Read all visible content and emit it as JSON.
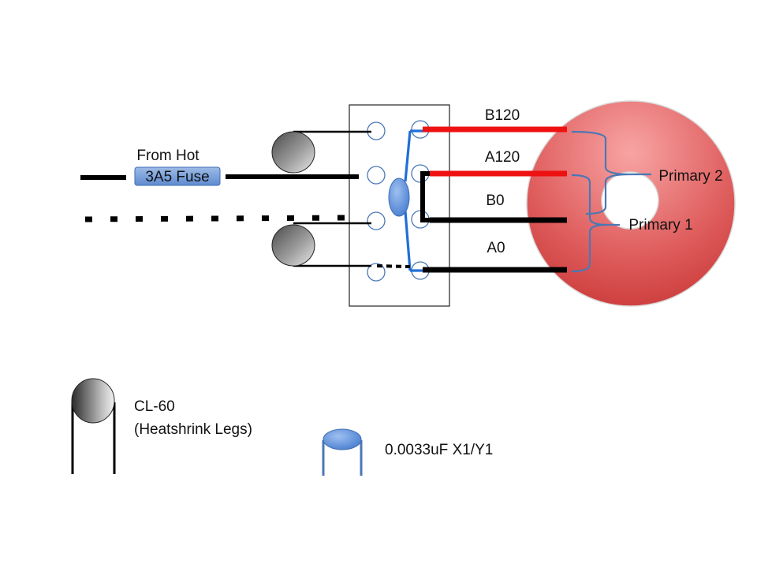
{
  "labels": {
    "from_hot": "From Hot",
    "fuse": "3A5 Fuse",
    "b120": "B120",
    "a120": "A120",
    "b0": "B0",
    "a0": "A0",
    "primary2": "Primary 2",
    "primary1": "Primary 1"
  },
  "legend": {
    "thermistor_line1": "CL-60",
    "thermistor_line2": "(Heatshrink Legs)",
    "capacitor": "0.0033uF X1/Y1"
  },
  "colors": {
    "red_wire": "#ee1111",
    "black_wire": "#000000",
    "blue_wire": "#1f6fd6",
    "brace": "#4a78b5",
    "toroid": "#e05a5a",
    "fuse_fill": "#6e9bd6",
    "capacitor": "#5b8fd9"
  },
  "icons": {
    "thermistor": "thermistor-icon",
    "capacitor": "capacitor-icon",
    "toroid": "toroid-transformer-icon",
    "terminal_block": "terminal-block-icon"
  }
}
